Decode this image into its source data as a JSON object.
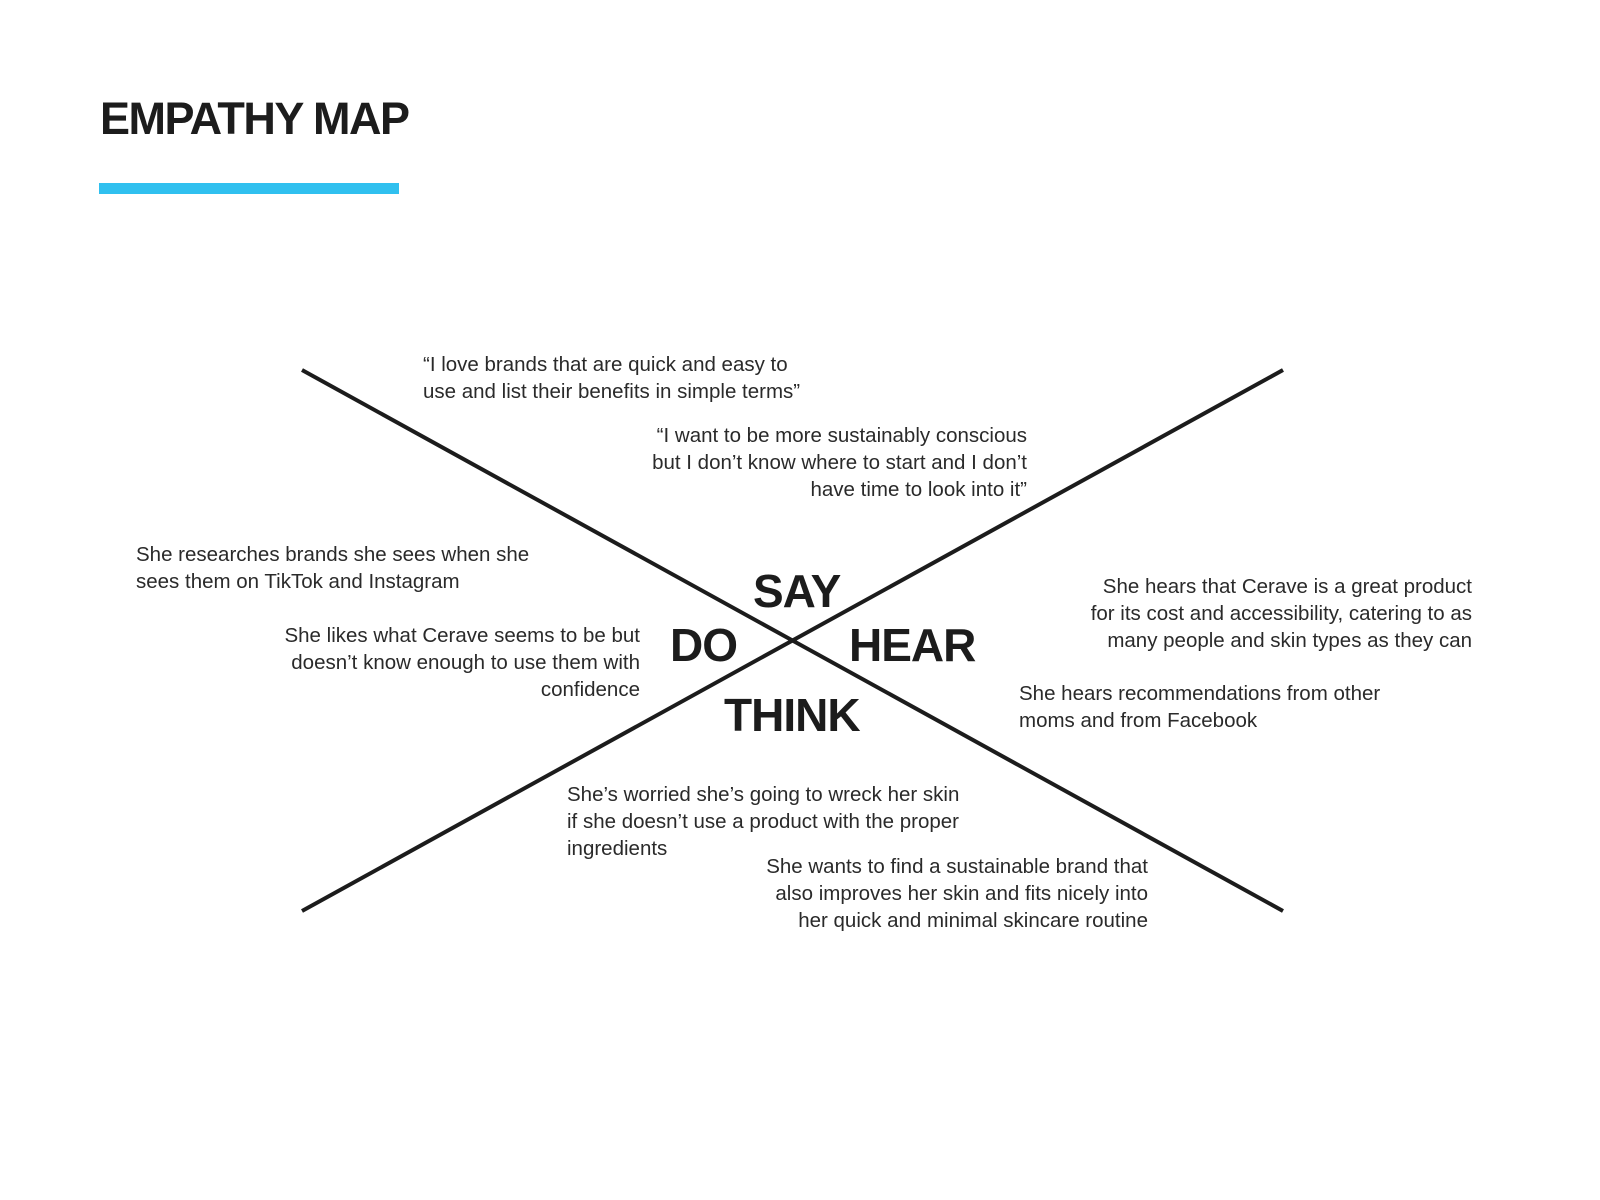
{
  "title": "EMPATHY MAP",
  "colors": {
    "accent": "#30c0ef",
    "lines": "#1c1c1c",
    "text": "#2a2a2a"
  },
  "quadrants": {
    "say": "SAY",
    "do": "DO",
    "hear": "HEAR",
    "think": "THINK"
  },
  "notes": {
    "say_1": "“I love brands that are quick and easy to\nuse and list their benefits in simple terms”",
    "say_2": "“I want to be more sustainably conscious\nbut I don’t know where to start and I don’t\nhave time to look into it”",
    "do_1": "She researches brands she sees when she\nsees them on TikTok and Instagram",
    "do_2": "She likes what Cerave seems to be but\ndoesn’t know enough to use them with\nconfidence",
    "hear_1": "She hears that Cerave is a great product\nfor its cost and accessibility, catering to as\nmany people and skin types as they can",
    "hear_2": "She hears recommendations from other\nmoms and from Facebook",
    "think_1": "She’s worried she’s going to wreck her skin\nif she doesn’t use a product with the proper\ningredients",
    "think_2": "She wants to find a sustainable brand that\nalso improves her skin and fits nicely into\nher quick and minimal skincare routine"
  }
}
